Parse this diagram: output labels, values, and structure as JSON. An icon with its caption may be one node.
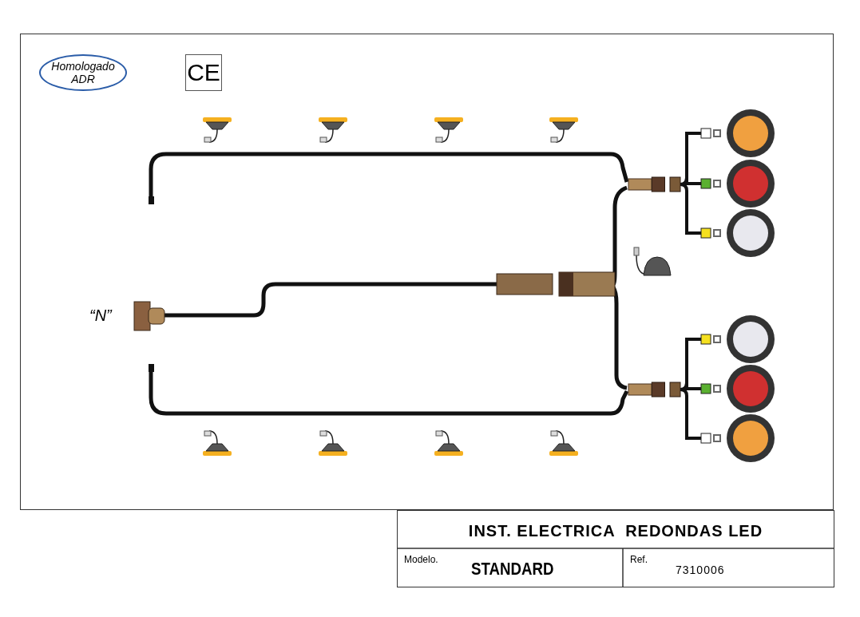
{
  "diagram": {
    "nodes": [
      {
        "text": [
          "Homologado ADR"
        ]
      }
    ],
    "edges": [],
    "labels": [
      "CE",
      "“N”",
      "INST. ELECTRICA  REDONDAS LED",
      "Modelo.",
      "STANDARD",
      "Ref.",
      "7310006"
    ]
  }
}
